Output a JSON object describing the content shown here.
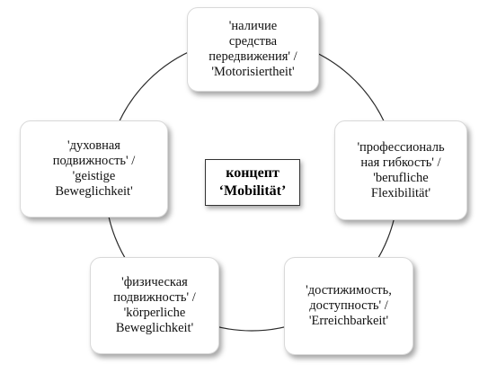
{
  "center": {
    "line1": "концепт",
    "line2": "‘Mobilität’"
  },
  "nodes": [
    {
      "lines": [
        "'наличие",
        "средства",
        "передвижения' /",
        "'Motorisiertheit'"
      ]
    },
    {
      "lines": [
        "'профессиональ",
        "ная гибкость' /",
        "'berufliche",
        "Flexibilität'"
      ]
    },
    {
      "lines": [
        "'достижимость,",
        "доступность' /",
        "'Erreichbarkeit'"
      ]
    },
    {
      "lines": [
        "'физическая",
        "подвижность' /",
        "'körperliche",
        "Beweglichkeit'"
      ]
    },
    {
      "lines": [
        "'духовная",
        "подвижность' /",
        "'geistige",
        "Beweglichkeit'"
      ]
    }
  ]
}
